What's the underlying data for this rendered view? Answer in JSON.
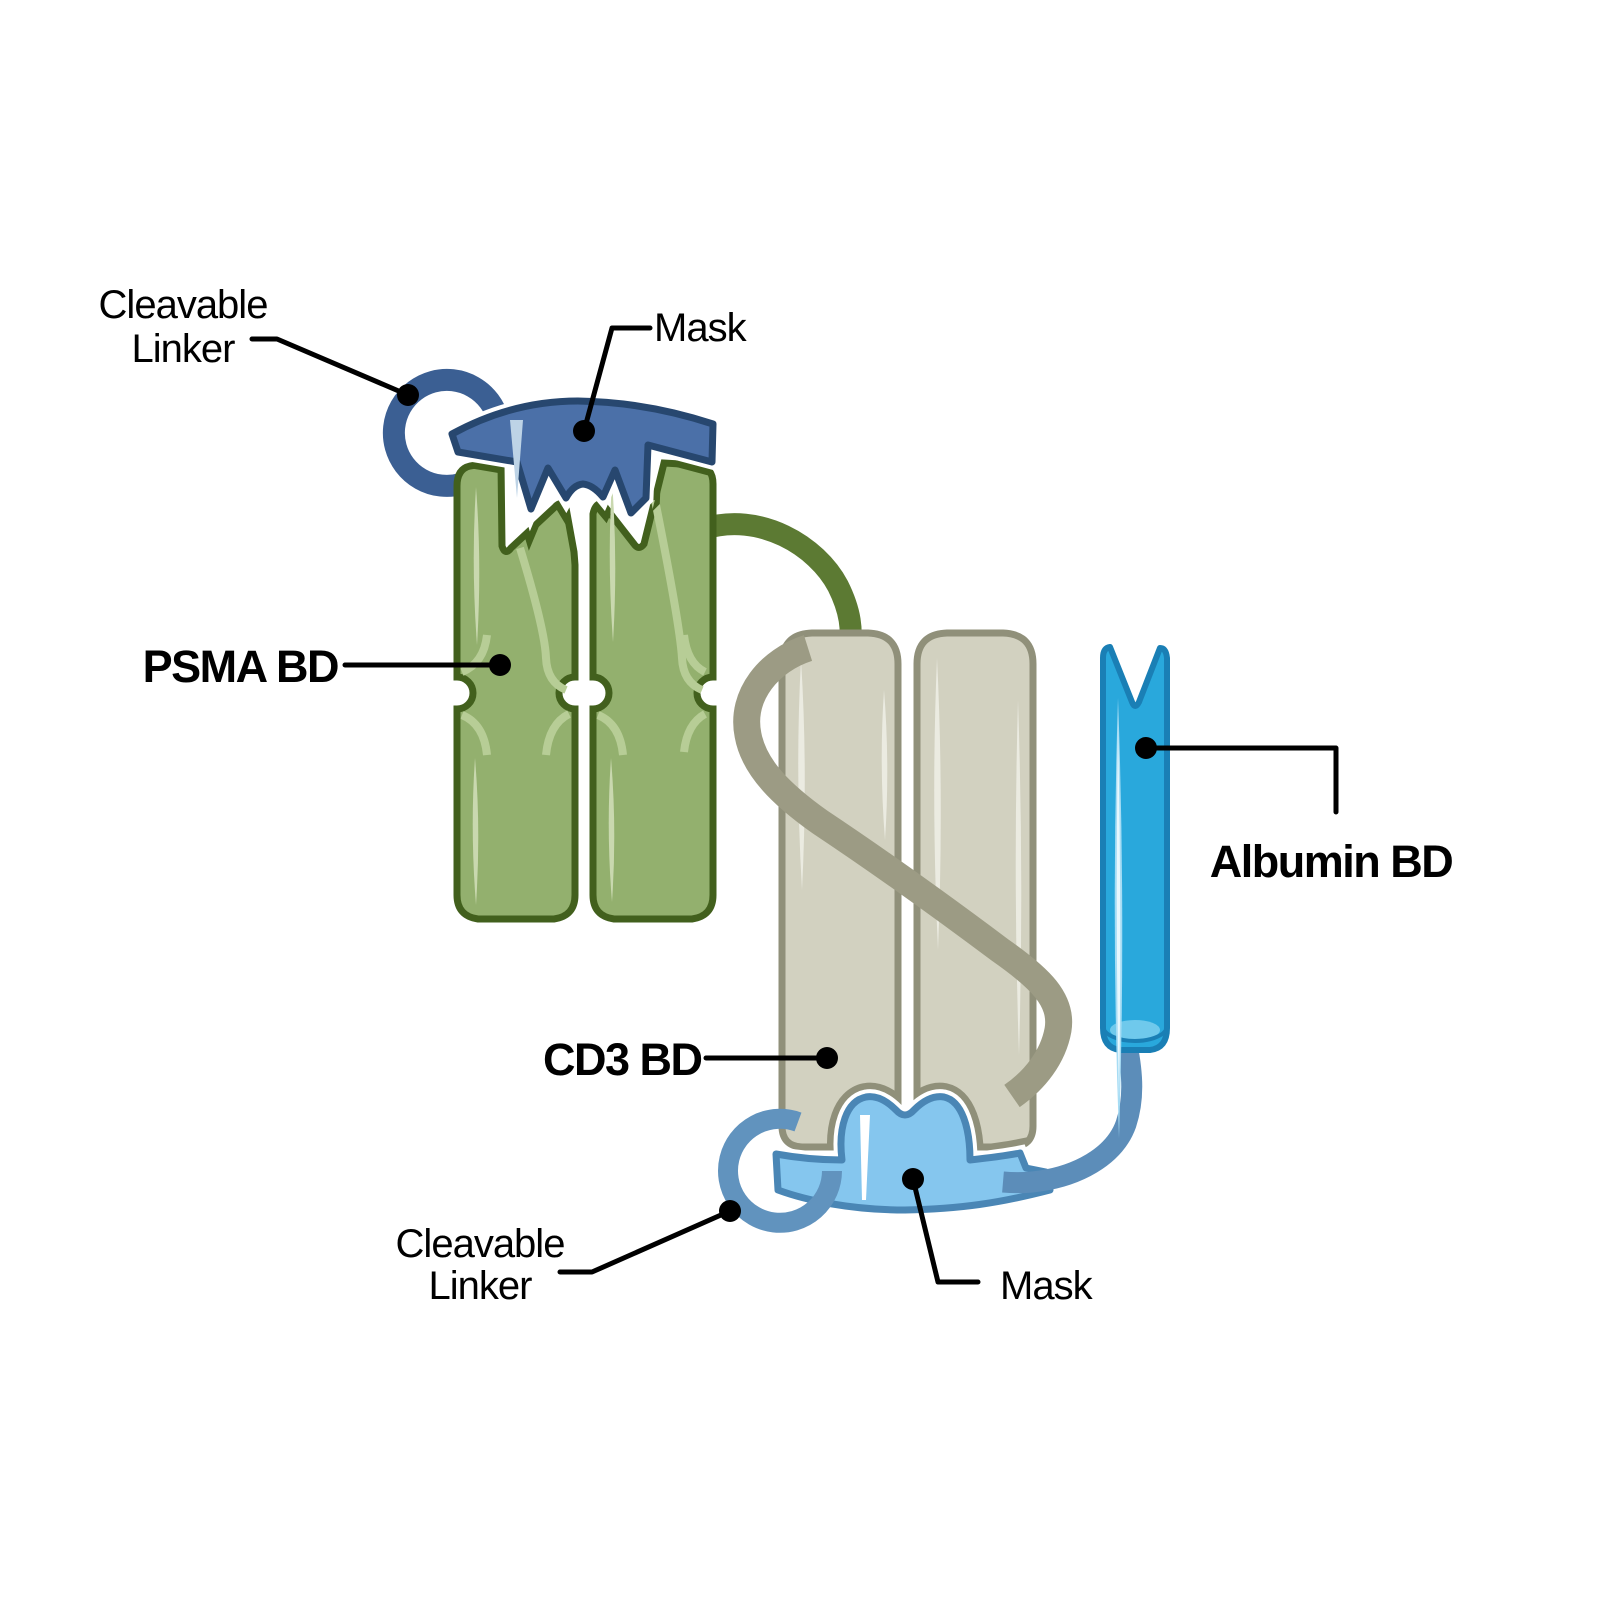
{
  "labels": {
    "cleavable_linker_top": {
      "line1": "Cleavable",
      "line2": "Linker"
    },
    "mask_top": "Mask",
    "psma_bd": "PSMA BD",
    "cd3_bd": "CD3 BD",
    "albumin_bd": "Albumin BD",
    "cleavable_linker_bottom": {
      "line1": "Cleavable",
      "line2": "Linker"
    },
    "mask_bottom": "Mask"
  },
  "colors": {
    "background": "#ffffff",
    "mask_top_fill": "#4B70A8",
    "mask_top_stroke": "#27476F",
    "mask_top_hl": "#BDD3E6",
    "ring_top": "#3B5F93",
    "green_fill": "#93B06E",
    "green_stroke": "#42601D",
    "green_hl": "#C9D8AF",
    "green_hl2": "#B7CD96",
    "olive_strand": "#5C7A33",
    "gray_fill": "#D2D1C0",
    "gray_stroke": "#90907A",
    "gray_hl": "#EBEBE1",
    "gray_strand": "#9C9B84",
    "band_fill": "#85C6EE",
    "band_stroke": "#4A86B5",
    "band_hl": "#FFFFFF",
    "ring_bottom": "#6193BE",
    "tube": "#5C8DB9",
    "albumin_fill": "#29A8DC",
    "albumin_stroke": "#1A7FB5",
    "albumin_hl": "#A6DCF4",
    "albumin_hl2": "#E8F7FD",
    "albumin_cap": "#6FC9EC",
    "leader": "#000000",
    "halo": "#FFFFFF"
  }
}
